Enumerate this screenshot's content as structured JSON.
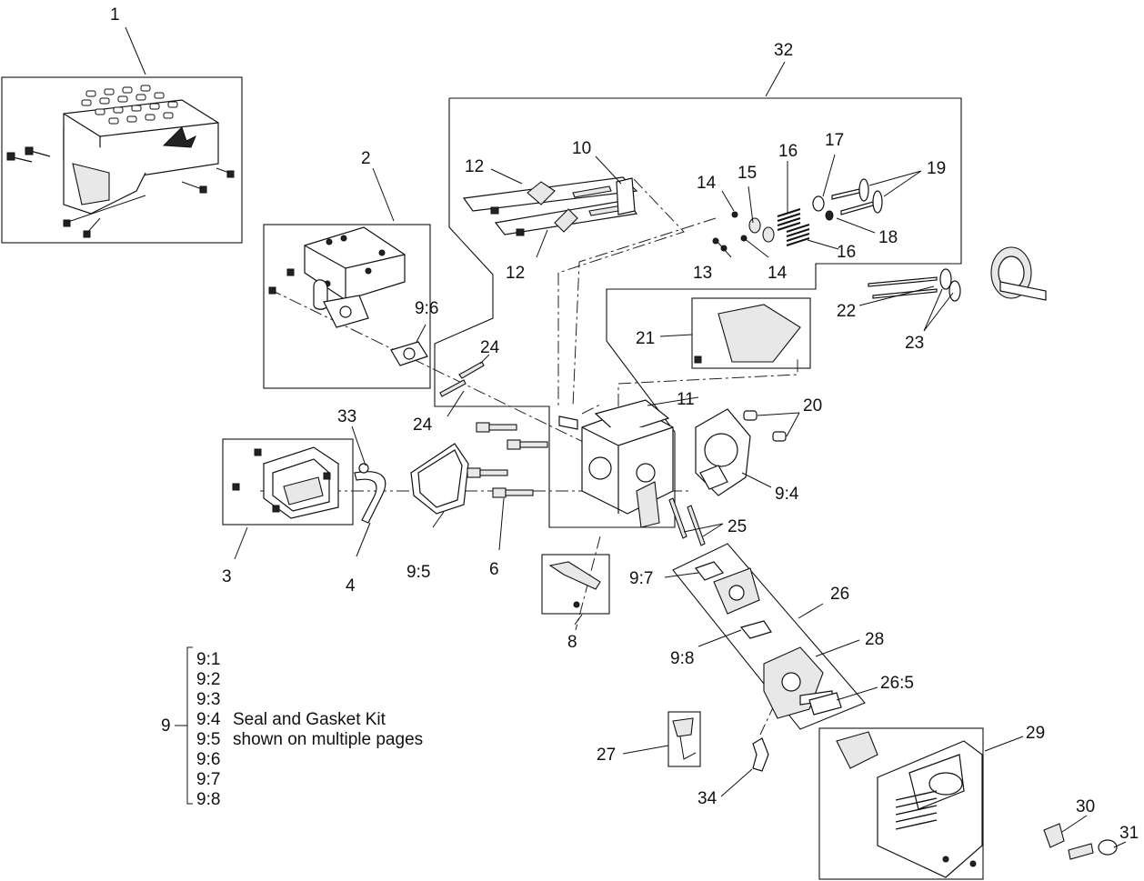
{
  "callouts": [
    {
      "id": "c1",
      "text": "1"
    },
    {
      "id": "c2",
      "text": "2"
    },
    {
      "id": "c3",
      "text": "3"
    },
    {
      "id": "c4",
      "text": "4"
    },
    {
      "id": "c6",
      "text": "6"
    },
    {
      "id": "c8",
      "text": "8"
    },
    {
      "id": "c9-6",
      "text": "9:6"
    },
    {
      "id": "c9-5",
      "text": "9:5"
    },
    {
      "id": "c9-4",
      "text": "9:4"
    },
    {
      "id": "c9-7",
      "text": "9:7"
    },
    {
      "id": "c9-8",
      "text": "9:8"
    },
    {
      "id": "c10",
      "text": "10"
    },
    {
      "id": "c11",
      "text": "11"
    },
    {
      "id": "c12a",
      "text": "12"
    },
    {
      "id": "c12b",
      "text": "12"
    },
    {
      "id": "c13",
      "text": "13"
    },
    {
      "id": "c14a",
      "text": "14"
    },
    {
      "id": "c14b",
      "text": "14"
    },
    {
      "id": "c15",
      "text": "15"
    },
    {
      "id": "c16a",
      "text": "16"
    },
    {
      "id": "c16b",
      "text": "16"
    },
    {
      "id": "c17",
      "text": "17"
    },
    {
      "id": "c18",
      "text": "18"
    },
    {
      "id": "c19",
      "text": "19"
    },
    {
      "id": "c20",
      "text": "20"
    },
    {
      "id": "c21",
      "text": "21"
    },
    {
      "id": "c22",
      "text": "22"
    },
    {
      "id": "c23",
      "text": "23"
    },
    {
      "id": "c24a",
      "text": "24"
    },
    {
      "id": "c24b",
      "text": "24"
    },
    {
      "id": "c25",
      "text": "25"
    },
    {
      "id": "c26",
      "text": "26"
    },
    {
      "id": "c26-5",
      "text": "26:5"
    },
    {
      "id": "c27",
      "text": "27"
    },
    {
      "id": "c28",
      "text": "28"
    },
    {
      "id": "c29",
      "text": "29"
    },
    {
      "id": "c30",
      "text": "30"
    },
    {
      "id": "c31",
      "text": "31"
    },
    {
      "id": "c32",
      "text": "32"
    },
    {
      "id": "c33",
      "text": "33"
    },
    {
      "id": "c34",
      "text": "34"
    }
  ],
  "kit": {
    "label": "9",
    "items": [
      "9:1",
      "9:2",
      "9:3",
      "9:4",
      "9:5",
      "9:6",
      "9:7",
      "9:8"
    ],
    "line1": "Seal and Gasket Kit",
    "line2": "shown on multiple pages"
  }
}
